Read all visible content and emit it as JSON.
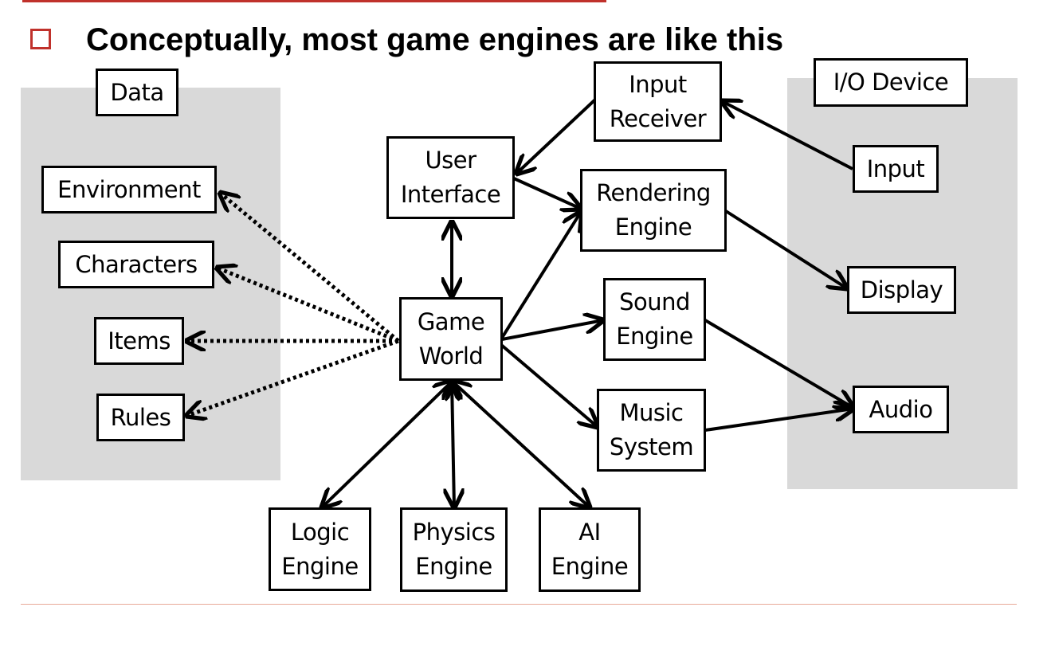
{
  "slide": {
    "title": "Conceptually, most game engines are like this",
    "accent_color": "#c0312b",
    "bullet_icon": "hollow-square"
  },
  "diagram": {
    "data_group": {
      "label": "Data",
      "items": [
        "Environment",
        "Characters",
        "Items",
        "Rules"
      ]
    },
    "io_group": {
      "label": "I/O Device",
      "items": [
        "Input",
        "Display",
        "Audio"
      ]
    },
    "nodes": {
      "game_world": [
        "Game",
        "World"
      ],
      "user_interface": [
        "User",
        "Interface"
      ],
      "input_receiver": [
        "Input",
        "Receiver"
      ],
      "rendering_engine": [
        "Rendering",
        "Engine"
      ],
      "sound_engine": [
        "Sound",
        "Engine"
      ],
      "music_system": [
        "Music",
        "System"
      ],
      "logic_engine": [
        "Logic",
        "Engine"
      ],
      "physics_engine": [
        "Physics",
        "Engine"
      ],
      "ai_engine": [
        "AI",
        "Engine"
      ]
    },
    "edges": [
      {
        "from": "game_world",
        "to": "environment",
        "style": "dotted",
        "dir": "forward"
      },
      {
        "from": "game_world",
        "to": "characters",
        "style": "dotted",
        "dir": "forward"
      },
      {
        "from": "game_world",
        "to": "items",
        "style": "dotted",
        "dir": "forward"
      },
      {
        "from": "game_world",
        "to": "rules",
        "style": "dotted",
        "dir": "forward"
      },
      {
        "from": "game_world",
        "to": "user_interface",
        "style": "solid",
        "dir": "both"
      },
      {
        "from": "input",
        "to": "input_receiver",
        "style": "solid",
        "dir": "forward"
      },
      {
        "from": "input_receiver",
        "to": "user_interface",
        "style": "solid",
        "dir": "forward"
      },
      {
        "from": "user_interface",
        "to": "rendering_engine",
        "style": "solid",
        "dir": "forward"
      },
      {
        "from": "game_world",
        "to": "rendering_engine",
        "style": "solid",
        "dir": "forward"
      },
      {
        "from": "game_world",
        "to": "sound_engine",
        "style": "solid",
        "dir": "forward"
      },
      {
        "from": "game_world",
        "to": "music_system",
        "style": "solid",
        "dir": "forward"
      },
      {
        "from": "rendering_engine",
        "to": "display",
        "style": "solid",
        "dir": "forward"
      },
      {
        "from": "sound_engine",
        "to": "audio",
        "style": "solid",
        "dir": "forward"
      },
      {
        "from": "music_system",
        "to": "audio",
        "style": "solid",
        "dir": "forward"
      },
      {
        "from": "game_world",
        "to": "logic_engine",
        "style": "solid",
        "dir": "both"
      },
      {
        "from": "game_world",
        "to": "physics_engine",
        "style": "solid",
        "dir": "both"
      },
      {
        "from": "game_world",
        "to": "ai_engine",
        "style": "solid",
        "dir": "both"
      }
    ]
  }
}
